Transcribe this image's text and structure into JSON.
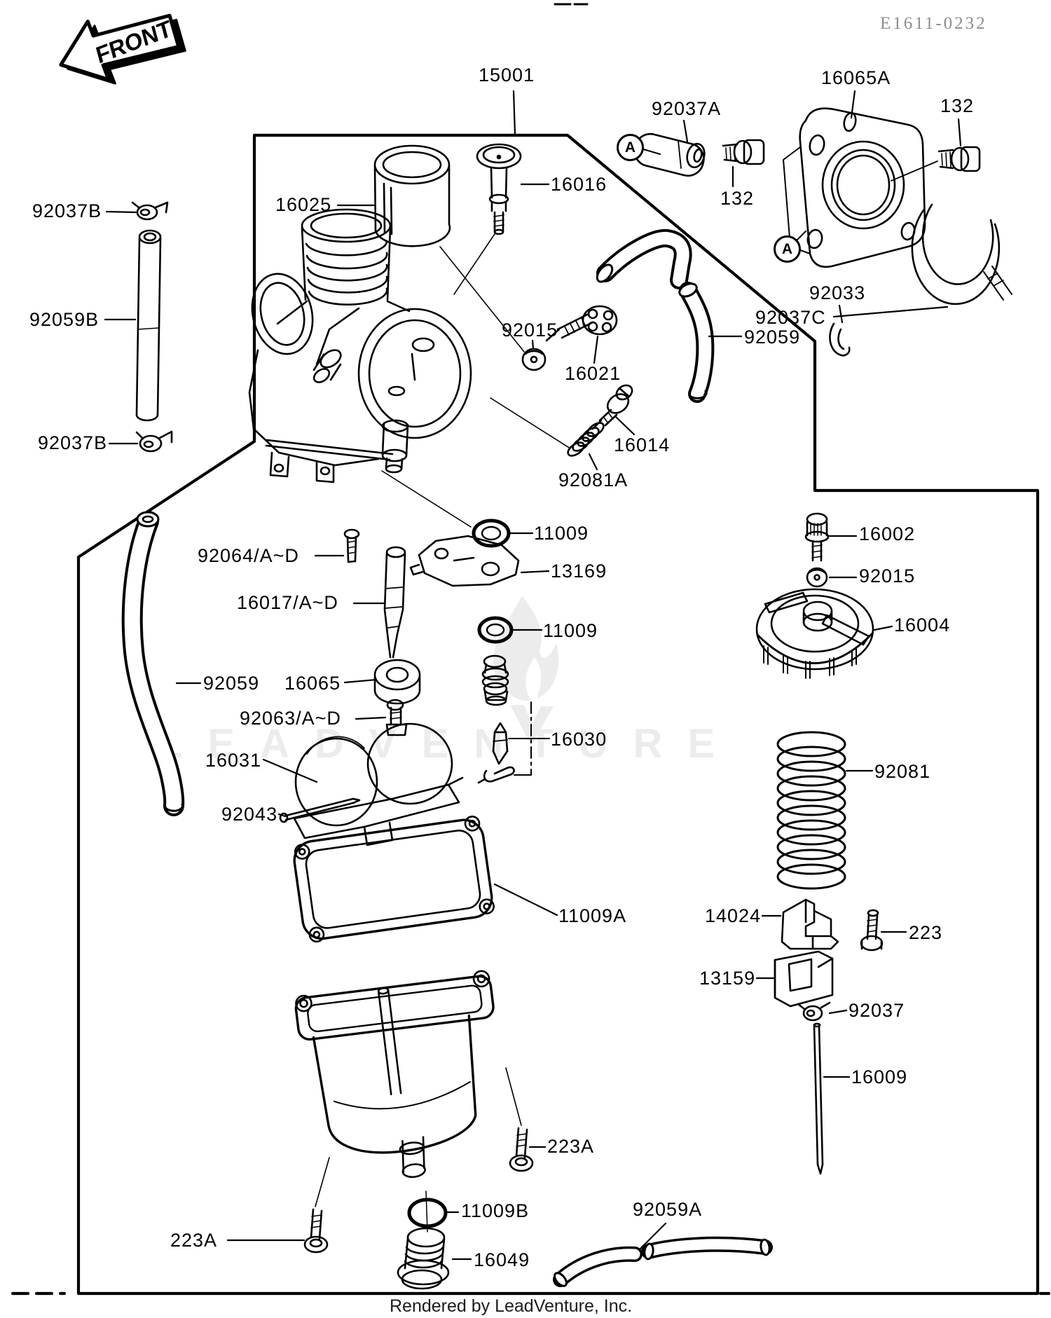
{
  "meta": {
    "diagram_code": "E1611-0232",
    "caption": "Rendered by LeadVenture, Inc.",
    "watermark": "LEADVENTURE",
    "front_arrow_label": "FRONT",
    "detail_marker": "A"
  },
  "part_labels": [
    {
      "id": "carburetor-assembly",
      "text": "15001"
    },
    {
      "id": "cap-rubber",
      "text": "92037A"
    },
    {
      "id": "bolt-132-left",
      "text": "132"
    },
    {
      "id": "holder-carburetor",
      "text": "16065A"
    },
    {
      "id": "bolt-132-right",
      "text": "132"
    },
    {
      "id": "cap-carburetor",
      "text": "16025"
    },
    {
      "id": "starter-plunger",
      "text": "16016"
    },
    {
      "id": "clamp-top",
      "text": "92037B"
    },
    {
      "id": "tube-straight",
      "text": "92059B"
    },
    {
      "id": "clamp-bottom",
      "text": "92037B"
    },
    {
      "id": "nut-cable-adjust",
      "text": "92015"
    },
    {
      "id": "screw-cable-adjust",
      "text": "16021"
    },
    {
      "id": "hose-right",
      "text": "92059"
    },
    {
      "id": "ring-snap",
      "text": "92033"
    },
    {
      "id": "clamp-holder",
      "text": "92037C"
    },
    {
      "id": "screw-air",
      "text": "16014"
    },
    {
      "id": "spring-air-screw",
      "text": "92081A"
    },
    {
      "id": "screw-throttle-stop",
      "text": "16002"
    },
    {
      "id": "nut-lock",
      "text": "92015"
    },
    {
      "id": "cap-mixing-chamber",
      "text": "16004"
    },
    {
      "id": "screw-needle-jet",
      "text": "92064/A~D"
    },
    {
      "id": "oring-upper",
      "text": "11009"
    },
    {
      "id": "plate-throttle",
      "text": "13169"
    },
    {
      "id": "needle-jet",
      "text": "16017/A~D"
    },
    {
      "id": "oring-lower",
      "text": "11009"
    },
    {
      "id": "hose-left",
      "text": "92059"
    },
    {
      "id": "ring-jet",
      "text": "16065"
    },
    {
      "id": "jet-main-screw",
      "text": "92063/A~D"
    },
    {
      "id": "valve-needle",
      "text": "16030"
    },
    {
      "id": "spring-throttle",
      "text": "92081"
    },
    {
      "id": "float-assembly",
      "text": "16031"
    },
    {
      "id": "pin-float",
      "text": "92043"
    },
    {
      "id": "gasket-float-bowl",
      "text": "11009A"
    },
    {
      "id": "lever-starter",
      "text": "14024"
    },
    {
      "id": "screw-223",
      "text": "223"
    },
    {
      "id": "guide-starter",
      "text": "13159"
    },
    {
      "id": "clamp-92037",
      "text": "92037"
    },
    {
      "id": "rod-starter",
      "text": "16009"
    },
    {
      "id": "screw-bowl-right",
      "text": "223A"
    },
    {
      "id": "oring-drain",
      "text": "11009B"
    },
    {
      "id": "plug-drain",
      "text": "16049"
    },
    {
      "id": "screw-bowl-left",
      "text": "223A"
    },
    {
      "id": "hose-overflow",
      "text": "92059A"
    }
  ]
}
